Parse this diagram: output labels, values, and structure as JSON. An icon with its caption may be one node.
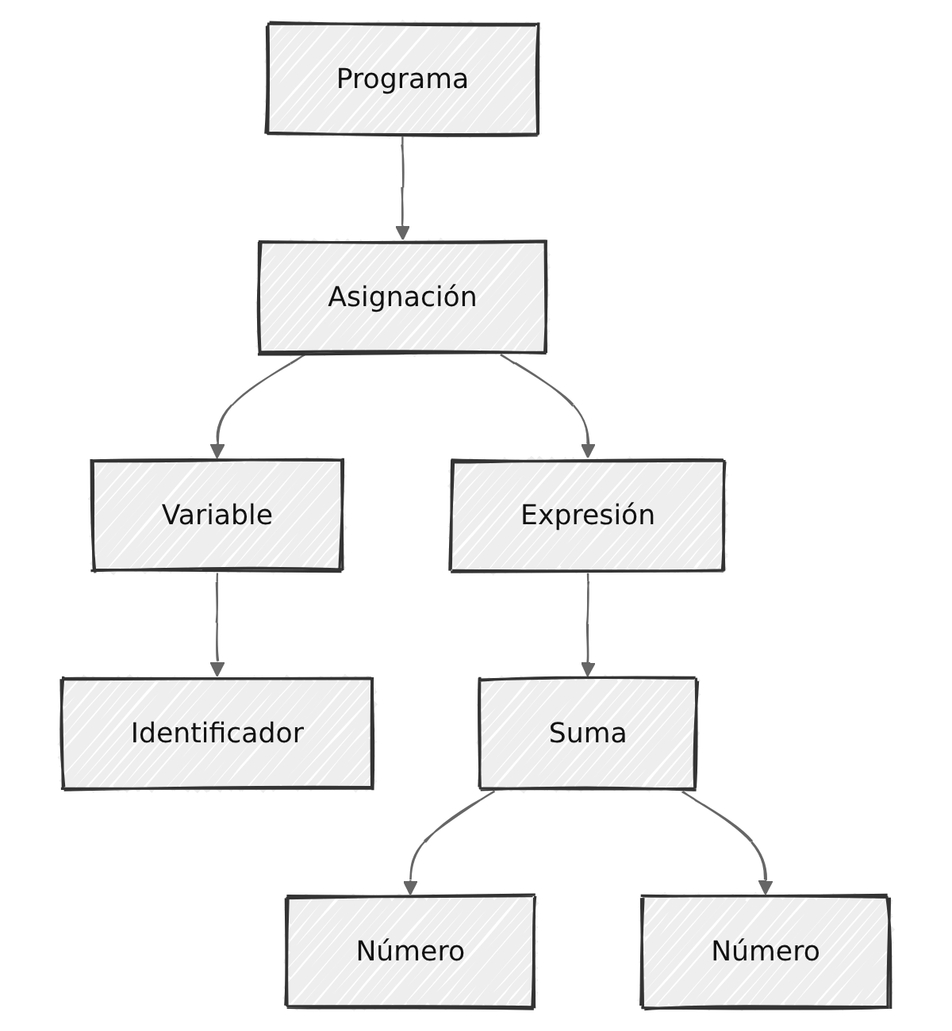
{
  "diagram": {
    "nodes": [
      {
        "text": [
          "Programa"
        ]
      },
      {
        "text": [
          "Asignación"
        ]
      },
      {
        "text": [
          "Variable"
        ]
      },
      {
        "text": [
          "Expresión"
        ]
      },
      {
        "text": [
          "Identificador"
        ]
      },
      {
        "text": [
          "Suma"
        ]
      },
      {
        "text": [
          "Número"
        ]
      },
      {
        "text": [
          "Número"
        ]
      }
    ],
    "edges": [
      {
        "from": 0,
        "to": 1,
        "arrow": "to"
      },
      {
        "from": 1,
        "to": 2,
        "arrow": "to"
      },
      {
        "from": 1,
        "to": 3,
        "arrow": "to"
      },
      {
        "from": 2,
        "to": 4,
        "arrow": "to"
      },
      {
        "from": 3,
        "to": 5,
        "arrow": "to"
      },
      {
        "from": 5,
        "to": 6,
        "arrow": "to"
      },
      {
        "from": 5,
        "to": 7,
        "arrow": "to"
      }
    ]
  }
}
